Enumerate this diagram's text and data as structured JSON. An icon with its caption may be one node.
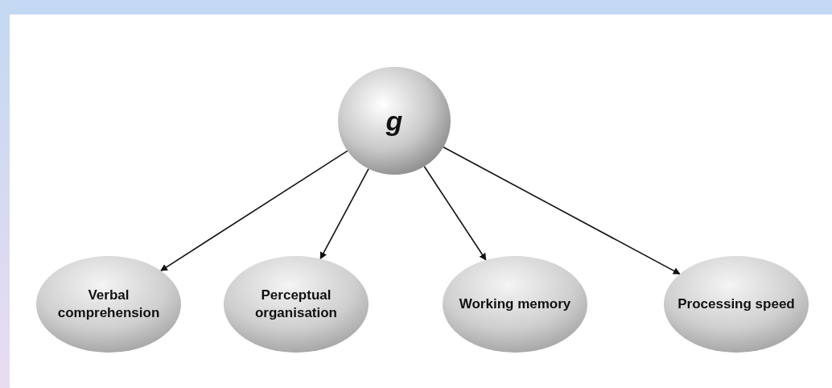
{
  "diagram": {
    "nodes": [
      {
        "text": [
          "g"
        ]
      },
      {
        "text": [
          "Verbal comprehension"
        ]
      },
      {
        "text": [
          "Perceptual organisation"
        ]
      },
      {
        "text": [
          "Working memory"
        ]
      },
      {
        "text": [
          "Processing speed"
        ]
      }
    ],
    "edges": [
      {
        "from": 0,
        "to": 1,
        "arrow": "to"
      },
      {
        "from": 0,
        "to": 2,
        "arrow": "to"
      },
      {
        "from": 0,
        "to": 3,
        "arrow": "to"
      },
      {
        "from": 0,
        "to": 4,
        "arrow": "to"
      }
    ]
  }
}
